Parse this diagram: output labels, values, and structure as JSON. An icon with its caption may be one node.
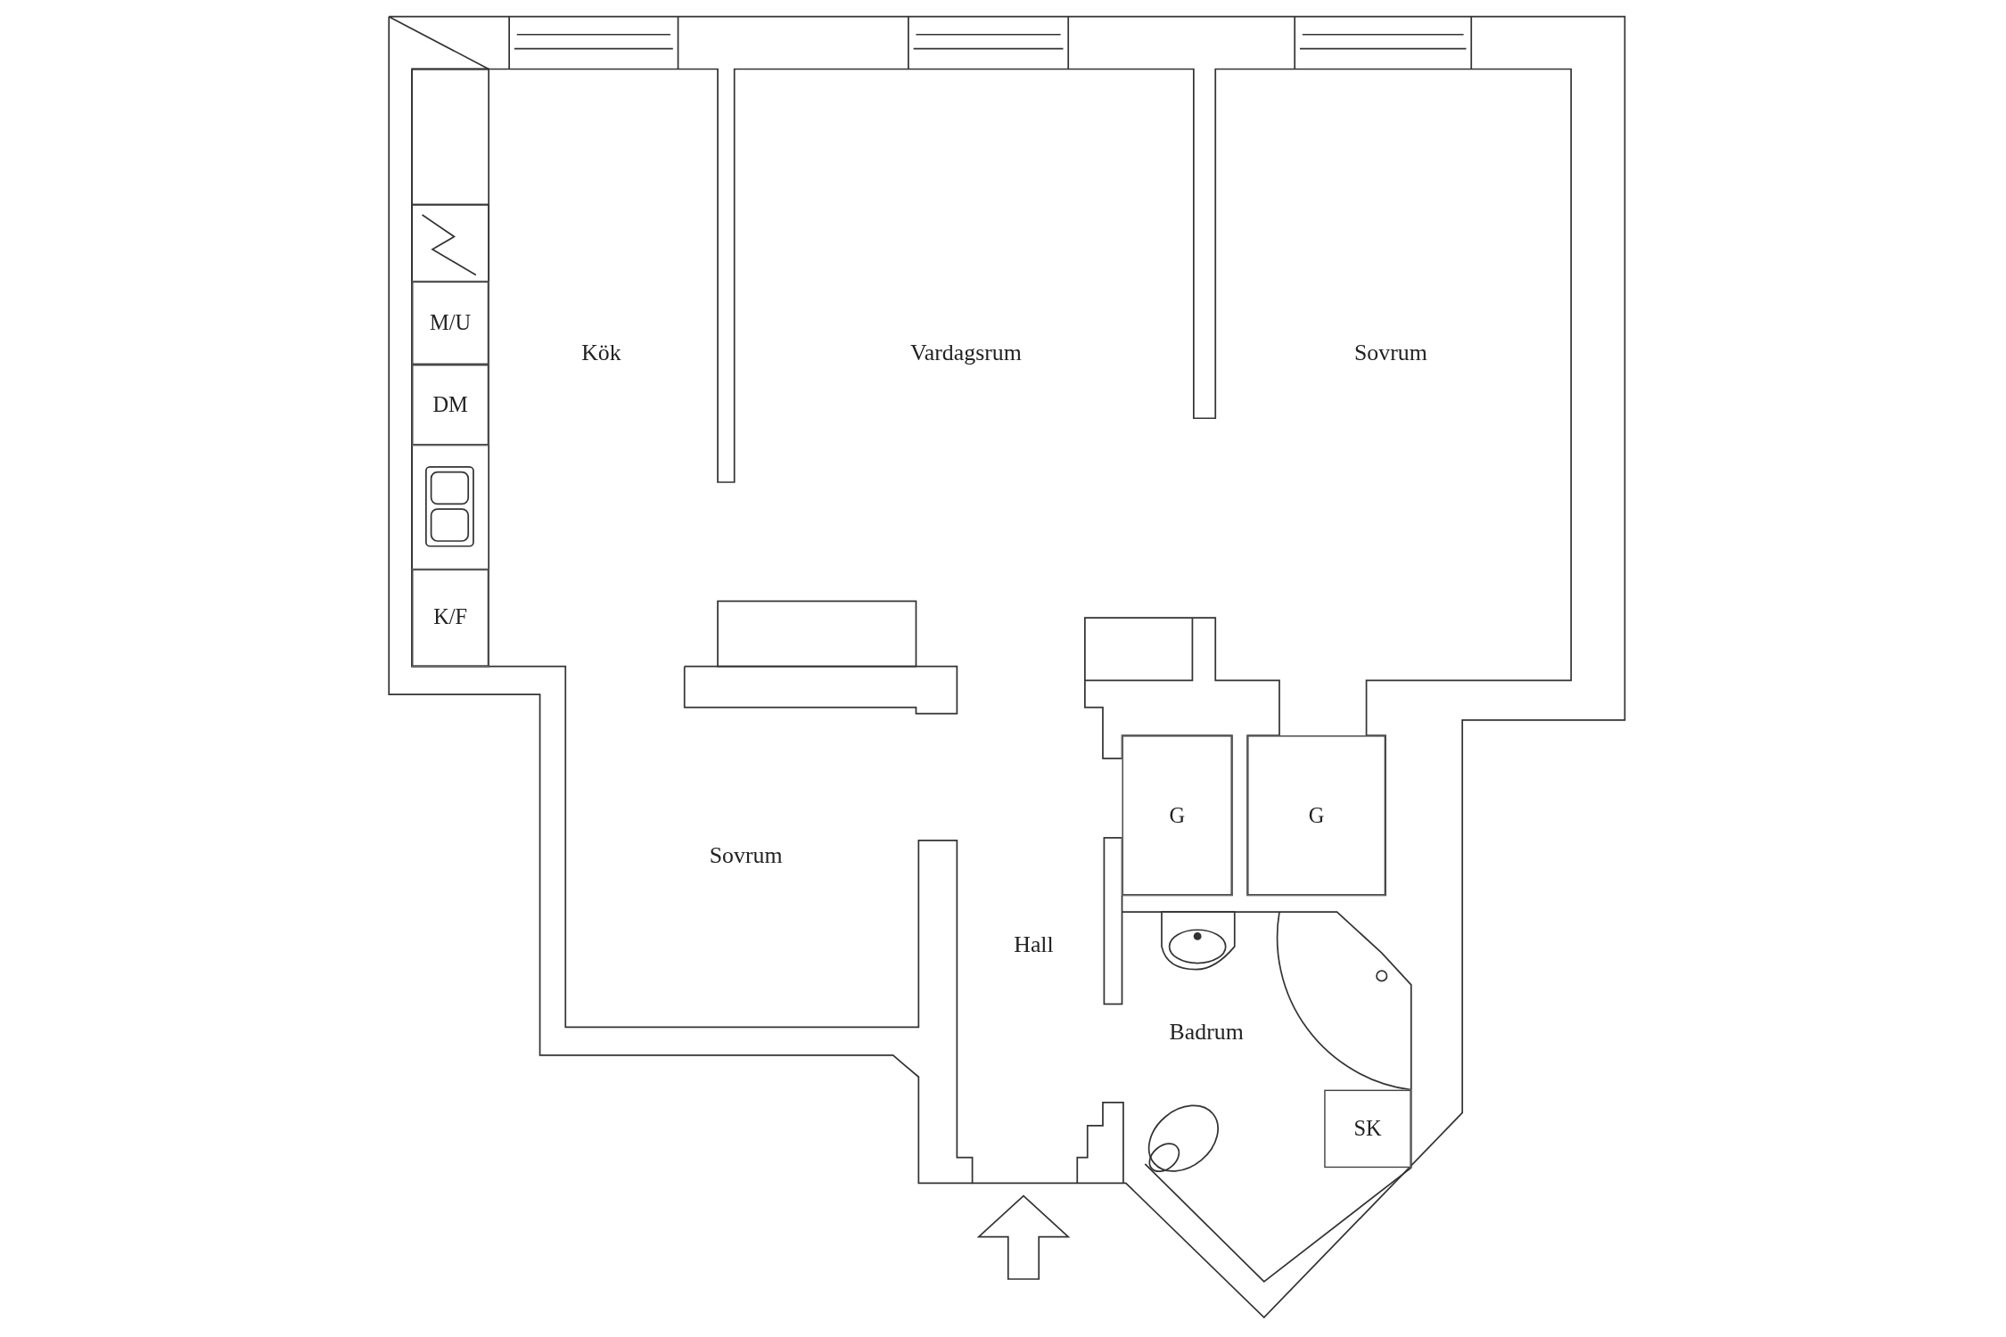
{
  "diagram": {
    "nodes": [
      {
        "text": [
          "M/U"
        ]
      },
      {
        "text": [
          "DM"
        ]
      },
      {
        "text": [
          "K/F"
        ]
      },
      {
        "text": [
          "G"
        ]
      },
      {
        "text": [
          "G"
        ]
      },
      {
        "text": [
          "SK"
        ]
      }
    ],
    "labels": [
      "Kök",
      "Vardagsrum",
      "Sovrum",
      "Sovrum",
      "Hall",
      "Badrum"
    ]
  }
}
